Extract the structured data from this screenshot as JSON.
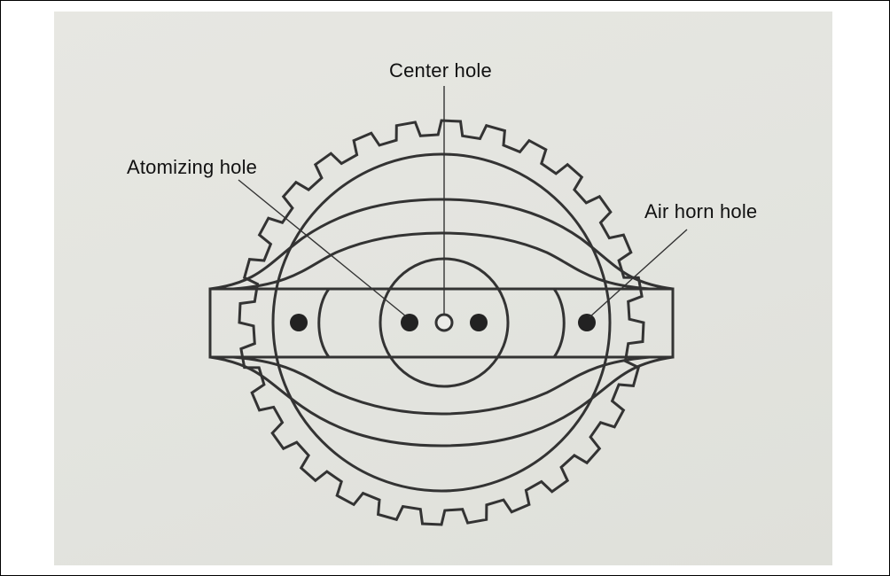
{
  "labels": {
    "center_hole": "Center hole",
    "atomizing_hole": "Atomizing hole",
    "air_horn_hole": "Air horn hole"
  },
  "colors": {
    "line": "#333333",
    "background": "#e4e5e0"
  }
}
